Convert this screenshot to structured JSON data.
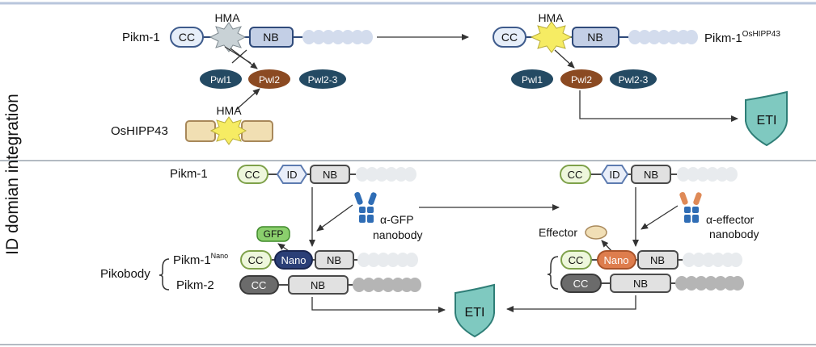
{
  "side_label": "ID domian integration",
  "panel_top": {
    "left": {
      "pikm1_label": "Pikm-1",
      "cc": "CC",
      "hma_label": "HMA",
      "nb": "NB",
      "pwl1": "Pwl1",
      "pwl2": "Pwl2",
      "pwl23": "Pwl2-3",
      "oshipp_label": "OsHIPP43",
      "hma2_label": "HMA"
    },
    "right": {
      "cc": "CC",
      "hma_label": "HMA",
      "nb": "NB",
      "name_main": "Pikm-1",
      "name_sup": "OsHIPP43",
      "pwl1": "Pwl1",
      "pwl2": "Pwl2",
      "pwl23": "Pwl2-3",
      "eti": "ETI"
    }
  },
  "panel_bottom": {
    "left": {
      "pikm1_label": "Pikm-1",
      "cc": "CC",
      "id": "ID",
      "nb": "NB",
      "nanobody_line1": "α-GFP",
      "nanobody_line2": "nanobody",
      "gfp": "GFP",
      "pikobody": "Pikobody",
      "pikm1nano_main": "Pikm-1",
      "pikm1nano_sup": "Nano",
      "pikm2": "Pikm-2",
      "cc_a": "CC",
      "nano": "Nano",
      "nb_a": "NB",
      "cc_b": "CC",
      "nb_b": "NB"
    },
    "right": {
      "cc": "CC",
      "id": "ID",
      "nb": "NB",
      "nanobody_line1": "α-effector",
      "nanobody_line2": "nanobody",
      "effector": "Effector",
      "cc_a": "CC",
      "nano": "Nano",
      "nb_a": "NB",
      "cc_b": "CC",
      "nb_b": "NB"
    },
    "eti": "ETI"
  },
  "colors": {
    "frame": "#9aa3ad",
    "frame_top": "#b8c6dc",
    "cc_blue_fill": "#e6eef9",
    "cc_blue_stroke": "#3e5b8c",
    "nb_fill": "#c3cfe6",
    "nb_stroke": "#2f4a7a",
    "tail_blue": "#d3dced",
    "hma_grey": "#c9d2d6",
    "hma_yellow": "#f6ec63",
    "hipp_fill": "#f1dfb3",
    "hipp_stroke": "#a8885a",
    "pwl_dark": "#244a63",
    "pwl_brown": "#8b4a22",
    "eti_fill": "#7fc9c0",
    "eti_stroke": "#2f7e77",
    "cc_green_fill": "#eef7dc",
    "cc_green_stroke": "#7ea14a",
    "id_fill": "#e9eef9",
    "id_stroke": "#5d7bb0",
    "nb_grey_fill": "#e1e1e1",
    "nb_grey_stroke": "#4a4a4a",
    "tail_light": "#e8ebee",
    "tail_dark": "#b5b5b5",
    "cc_dark": "#6b6b6b",
    "nano_blue": "#2b3f77",
    "nano_orange": "#de7d4d",
    "gfp_fill": "#8bcf6d",
    "gfp_stroke": "#3f8a2a",
    "antibody_blue": "#2f6db5",
    "antibody_orange": "#df8a57",
    "effector_fill": "#f1dfb6"
  }
}
